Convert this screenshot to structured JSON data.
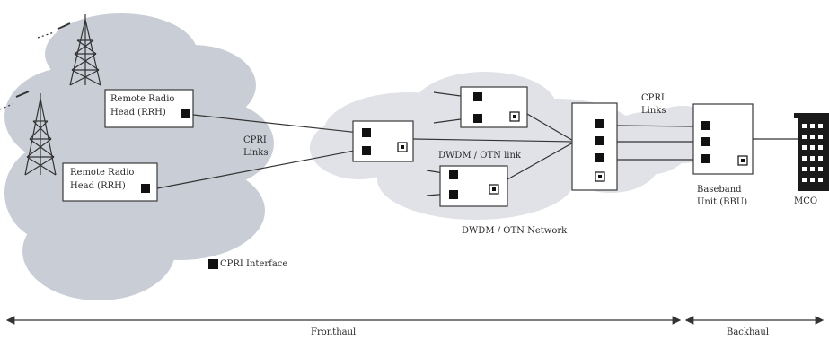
{
  "colors": {
    "cloud": "#c9cdd6",
    "cloud_light": "#e0e2e7",
    "box_border": "#3a3a3a",
    "port": "#111111",
    "line": "#333333",
    "text": "#2a2a2a"
  },
  "icons": {
    "tower": "cell-tower-icon",
    "building": "building-icon",
    "port": "cpri-port-icon",
    "optical_port": "optical-port-icon"
  },
  "labels": {
    "rrh1_line1": "Remote Radio",
    "rrh1_line2": "Head (RRH)",
    "rrh2_line1": "Remote Radio",
    "rrh2_line2": "Head (RRH)",
    "cpri_links_left_line1": "CPRI",
    "cpri_links_left_line2": "Links",
    "dwdm_link": "DWDM / OTN link",
    "dwdm_network": "DWDM / OTN Network",
    "cpri_links_right_line1": "CPRI",
    "cpri_links_right_line2": "Links",
    "bbu_line1": "Baseband",
    "bbu_line2": "Unit (BBU)",
    "mco": "MCO",
    "cpri_interface": "CPRI Interface",
    "fronthaul": "Fronthaul",
    "backhaul": "Backhaul"
  }
}
